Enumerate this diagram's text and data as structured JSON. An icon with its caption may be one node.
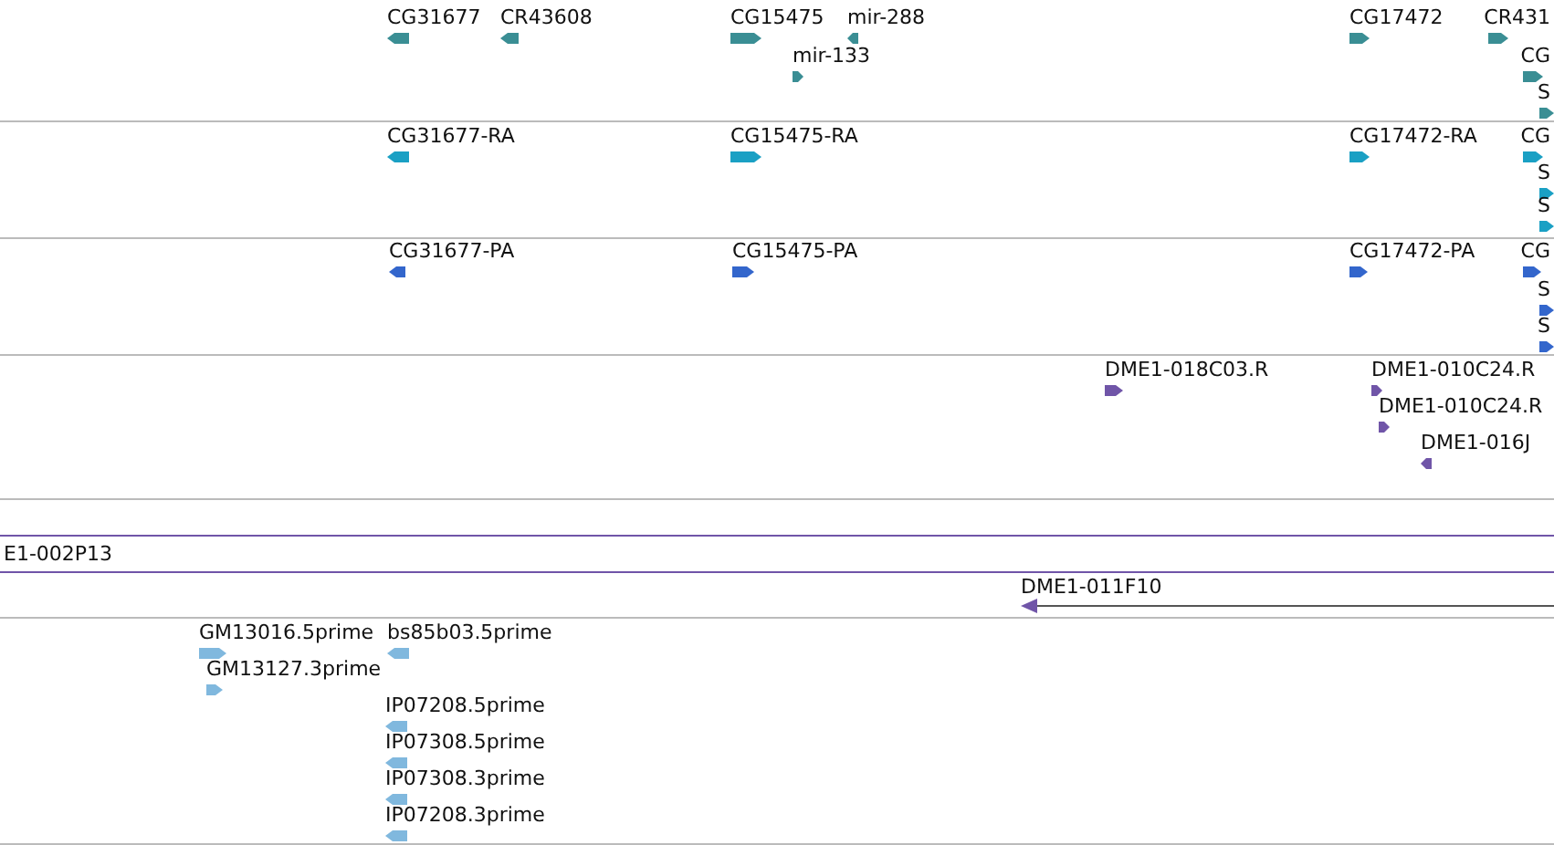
{
  "diagram": {
    "labels": [
      "CG31677",
      "CR43608",
      "CG15475",
      "mir-288",
      "mir-133",
      "CG17472",
      "CR431",
      "CG",
      "S",
      "CG31677-RA",
      "CG15475-RA",
      "CG17472-RA",
      "CG",
      "S",
      "S",
      "CG31677-PA",
      "CG15475-PA",
      "CG17472-PA",
      "CG",
      "S",
      "S",
      "DME1-018C03.R",
      "DME1-010C24.R",
      "DME1-010C24.R",
      "DME1-016J",
      "E1-002P13",
      "DME1-011F10",
      "GM13016.5prime",
      "bs85b03.5prime",
      "GM13127.3prime",
      "IP07208.5prime",
      "IP07308.5prime",
      "IP07308.3prime",
      "IP07208.3prime"
    ]
  }
}
